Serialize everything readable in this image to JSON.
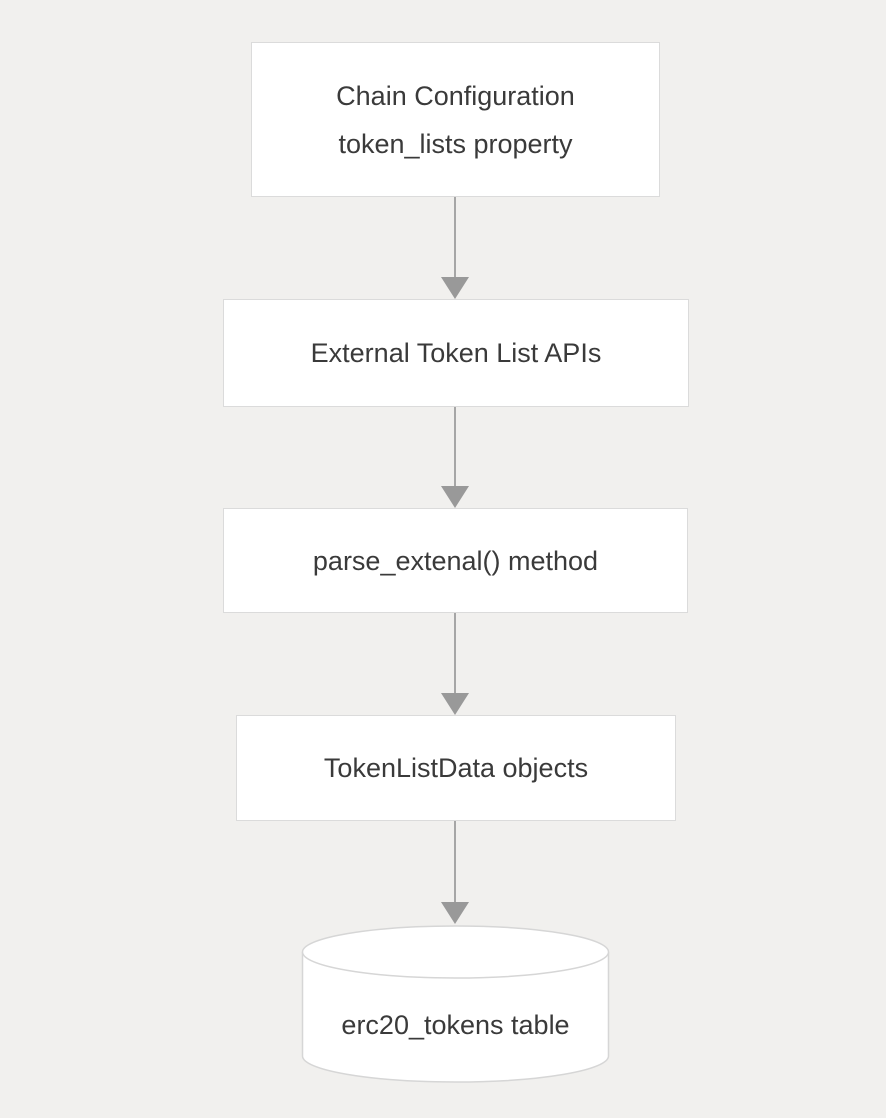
{
  "diagram": {
    "type": "flowchart",
    "direction": "top-down",
    "colors": {
      "background": "#f1f0ee",
      "node_fill": "#ffffff",
      "node_border": "#dbdbdb",
      "text": "#3a3a3a",
      "arrow": "#999999"
    },
    "nodes": [
      {
        "id": "chain-configuration",
        "shape": "rectangle",
        "line1": "Chain Configuration",
        "line2": "token_lists property"
      },
      {
        "id": "external-token-list-apis",
        "shape": "rectangle",
        "label": "External Token List APIs"
      },
      {
        "id": "parse-extenal-method",
        "shape": "rectangle",
        "label": "parse_extenal() method"
      },
      {
        "id": "tokenlistdata-objects",
        "shape": "rectangle",
        "label": "TokenListData objects"
      },
      {
        "id": "erc20-tokens-table",
        "shape": "cylinder",
        "label": "erc20_tokens table"
      }
    ],
    "edges": [
      {
        "from": "chain-configuration",
        "to": "external-token-list-apis"
      },
      {
        "from": "external-token-list-apis",
        "to": "parse-extenal-method"
      },
      {
        "from": "parse-extenal-method",
        "to": "tokenlistdata-objects"
      },
      {
        "from": "tokenlistdata-objects",
        "to": "erc20-tokens-table"
      }
    ]
  }
}
